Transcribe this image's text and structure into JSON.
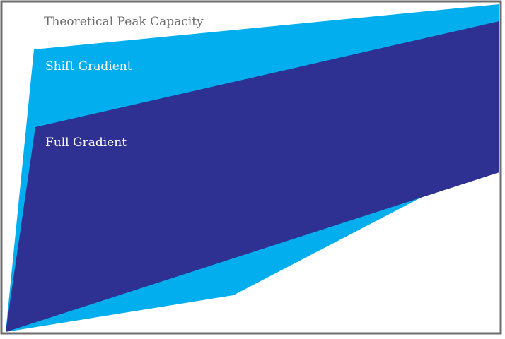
{
  "chart_data": {
    "type": "area",
    "title": "",
    "xlabel": "",
    "ylabel": "",
    "grid": false,
    "legend": "none",
    "labels": {
      "theoretical": "Theoretical Peak Capacity",
      "shift": "Shift Gradient",
      "full": "Full Gradient"
    },
    "colors": {
      "frame": "#6d6d6d",
      "background": "#ffffff",
      "shift": "#03aeef",
      "full": "#2e3192",
      "theoretical_text": "#6d6d6d",
      "area_text": "#ffffff"
    }
  }
}
